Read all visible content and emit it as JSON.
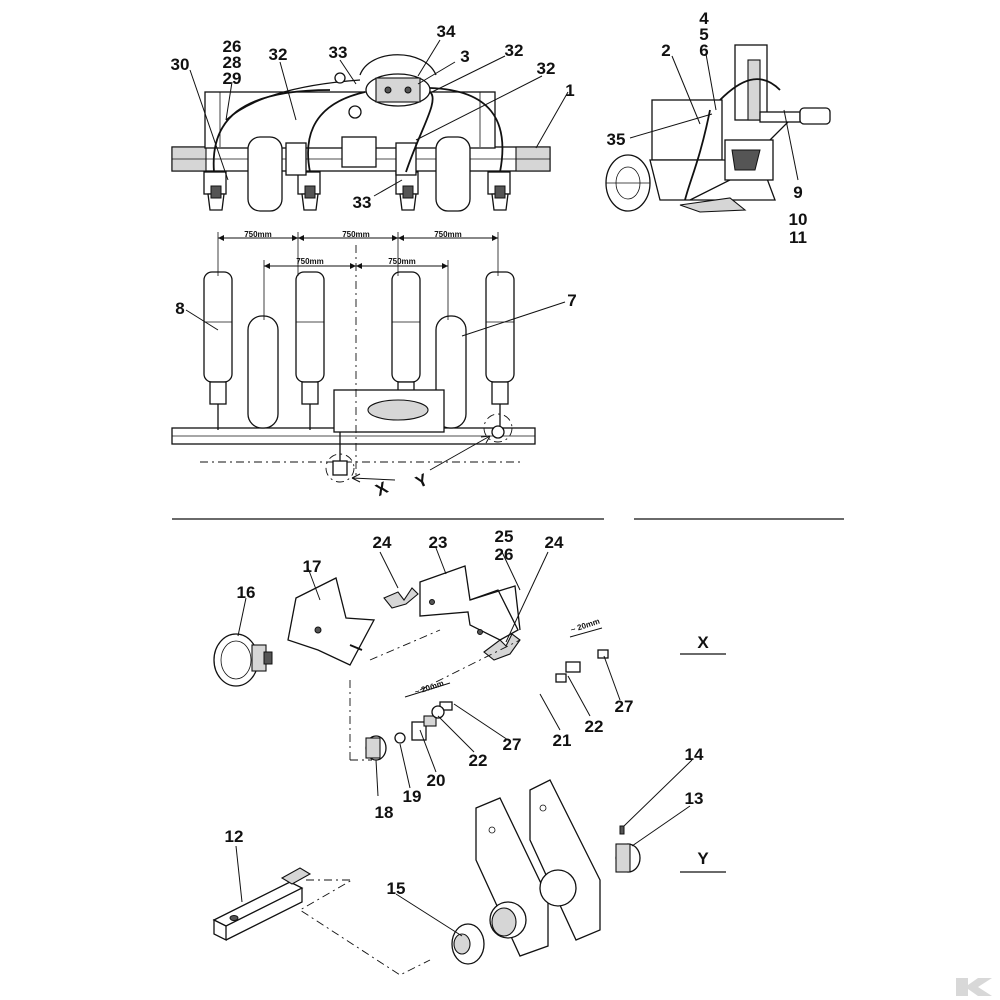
{
  "labels": {
    "p1": "1",
    "p2": "2",
    "p3": "3",
    "p4": "4",
    "p5": "5",
    "p6": "6",
    "p7": "7",
    "p8": "8",
    "p9": "9",
    "p10": "10",
    "p11": "11",
    "p12": "12",
    "p13": "13",
    "p14": "14",
    "p15": "15",
    "p16": "16",
    "p17": "17",
    "p18": "18",
    "p19": "19",
    "p20": "20",
    "p21": "21",
    "p22a": "22",
    "p22b": "22",
    "p23": "23",
    "p24a": "24",
    "p24b": "24",
    "p25": "25",
    "p26a": "26",
    "p26b": "26",
    "p27a": "27",
    "p27b": "27",
    "p28": "28",
    "p29": "29",
    "p30": "30",
    "p32a": "32",
    "p32b": "32",
    "p32c": "32",
    "p33a": "33",
    "p33b": "33",
    "p34": "34",
    "p35": "35"
  },
  "dimensions": {
    "d750_1": "750mm",
    "d750_2": "750mm",
    "d750_3": "750mm",
    "d750_4": "750mm",
    "d750_5": "750mm",
    "d20_1": "~ 20mm",
    "d20_2": "~ 20mm"
  },
  "view_letters": {
    "x_arrow": "X",
    "y_arrow": "Y",
    "x_section": "X",
    "y_section": "Y"
  },
  "watermark_logo": "K"
}
